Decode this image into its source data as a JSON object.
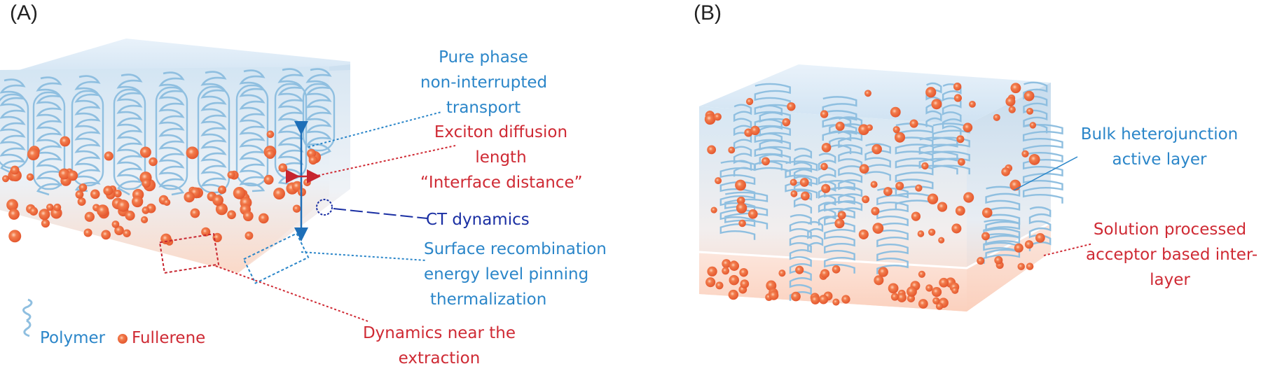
{
  "panels": {
    "a_label": "(A)",
    "b_label": "(B)"
  },
  "panel_a": {
    "pure_phase": [
      "Pure phase",
      "non-interrupted",
      "transport"
    ],
    "exciton": [
      "Exciton diffusion",
      "length",
      "“Interface distance”"
    ],
    "ct": "CT dynamics",
    "surface": [
      "Surface recombination",
      "energy level pinning",
      "thermalization"
    ],
    "extraction": [
      "Dynamics near the",
      "extraction"
    ]
  },
  "legend": {
    "polymer": "Polymer",
    "fullerene": "Fullerene"
  },
  "panel_b": {
    "bulk": [
      "Bulk heterojunction",
      "active layer"
    ],
    "interlayer": [
      "Solution processed",
      "acceptor based inter-",
      "layer"
    ]
  },
  "colors": {
    "polymer": "#8fbfe0",
    "fullerene": "#ec6a3f",
    "label_blue": "#2b86c9",
    "label_red": "#cf2a34",
    "label_navy": "#1a2fa3"
  }
}
